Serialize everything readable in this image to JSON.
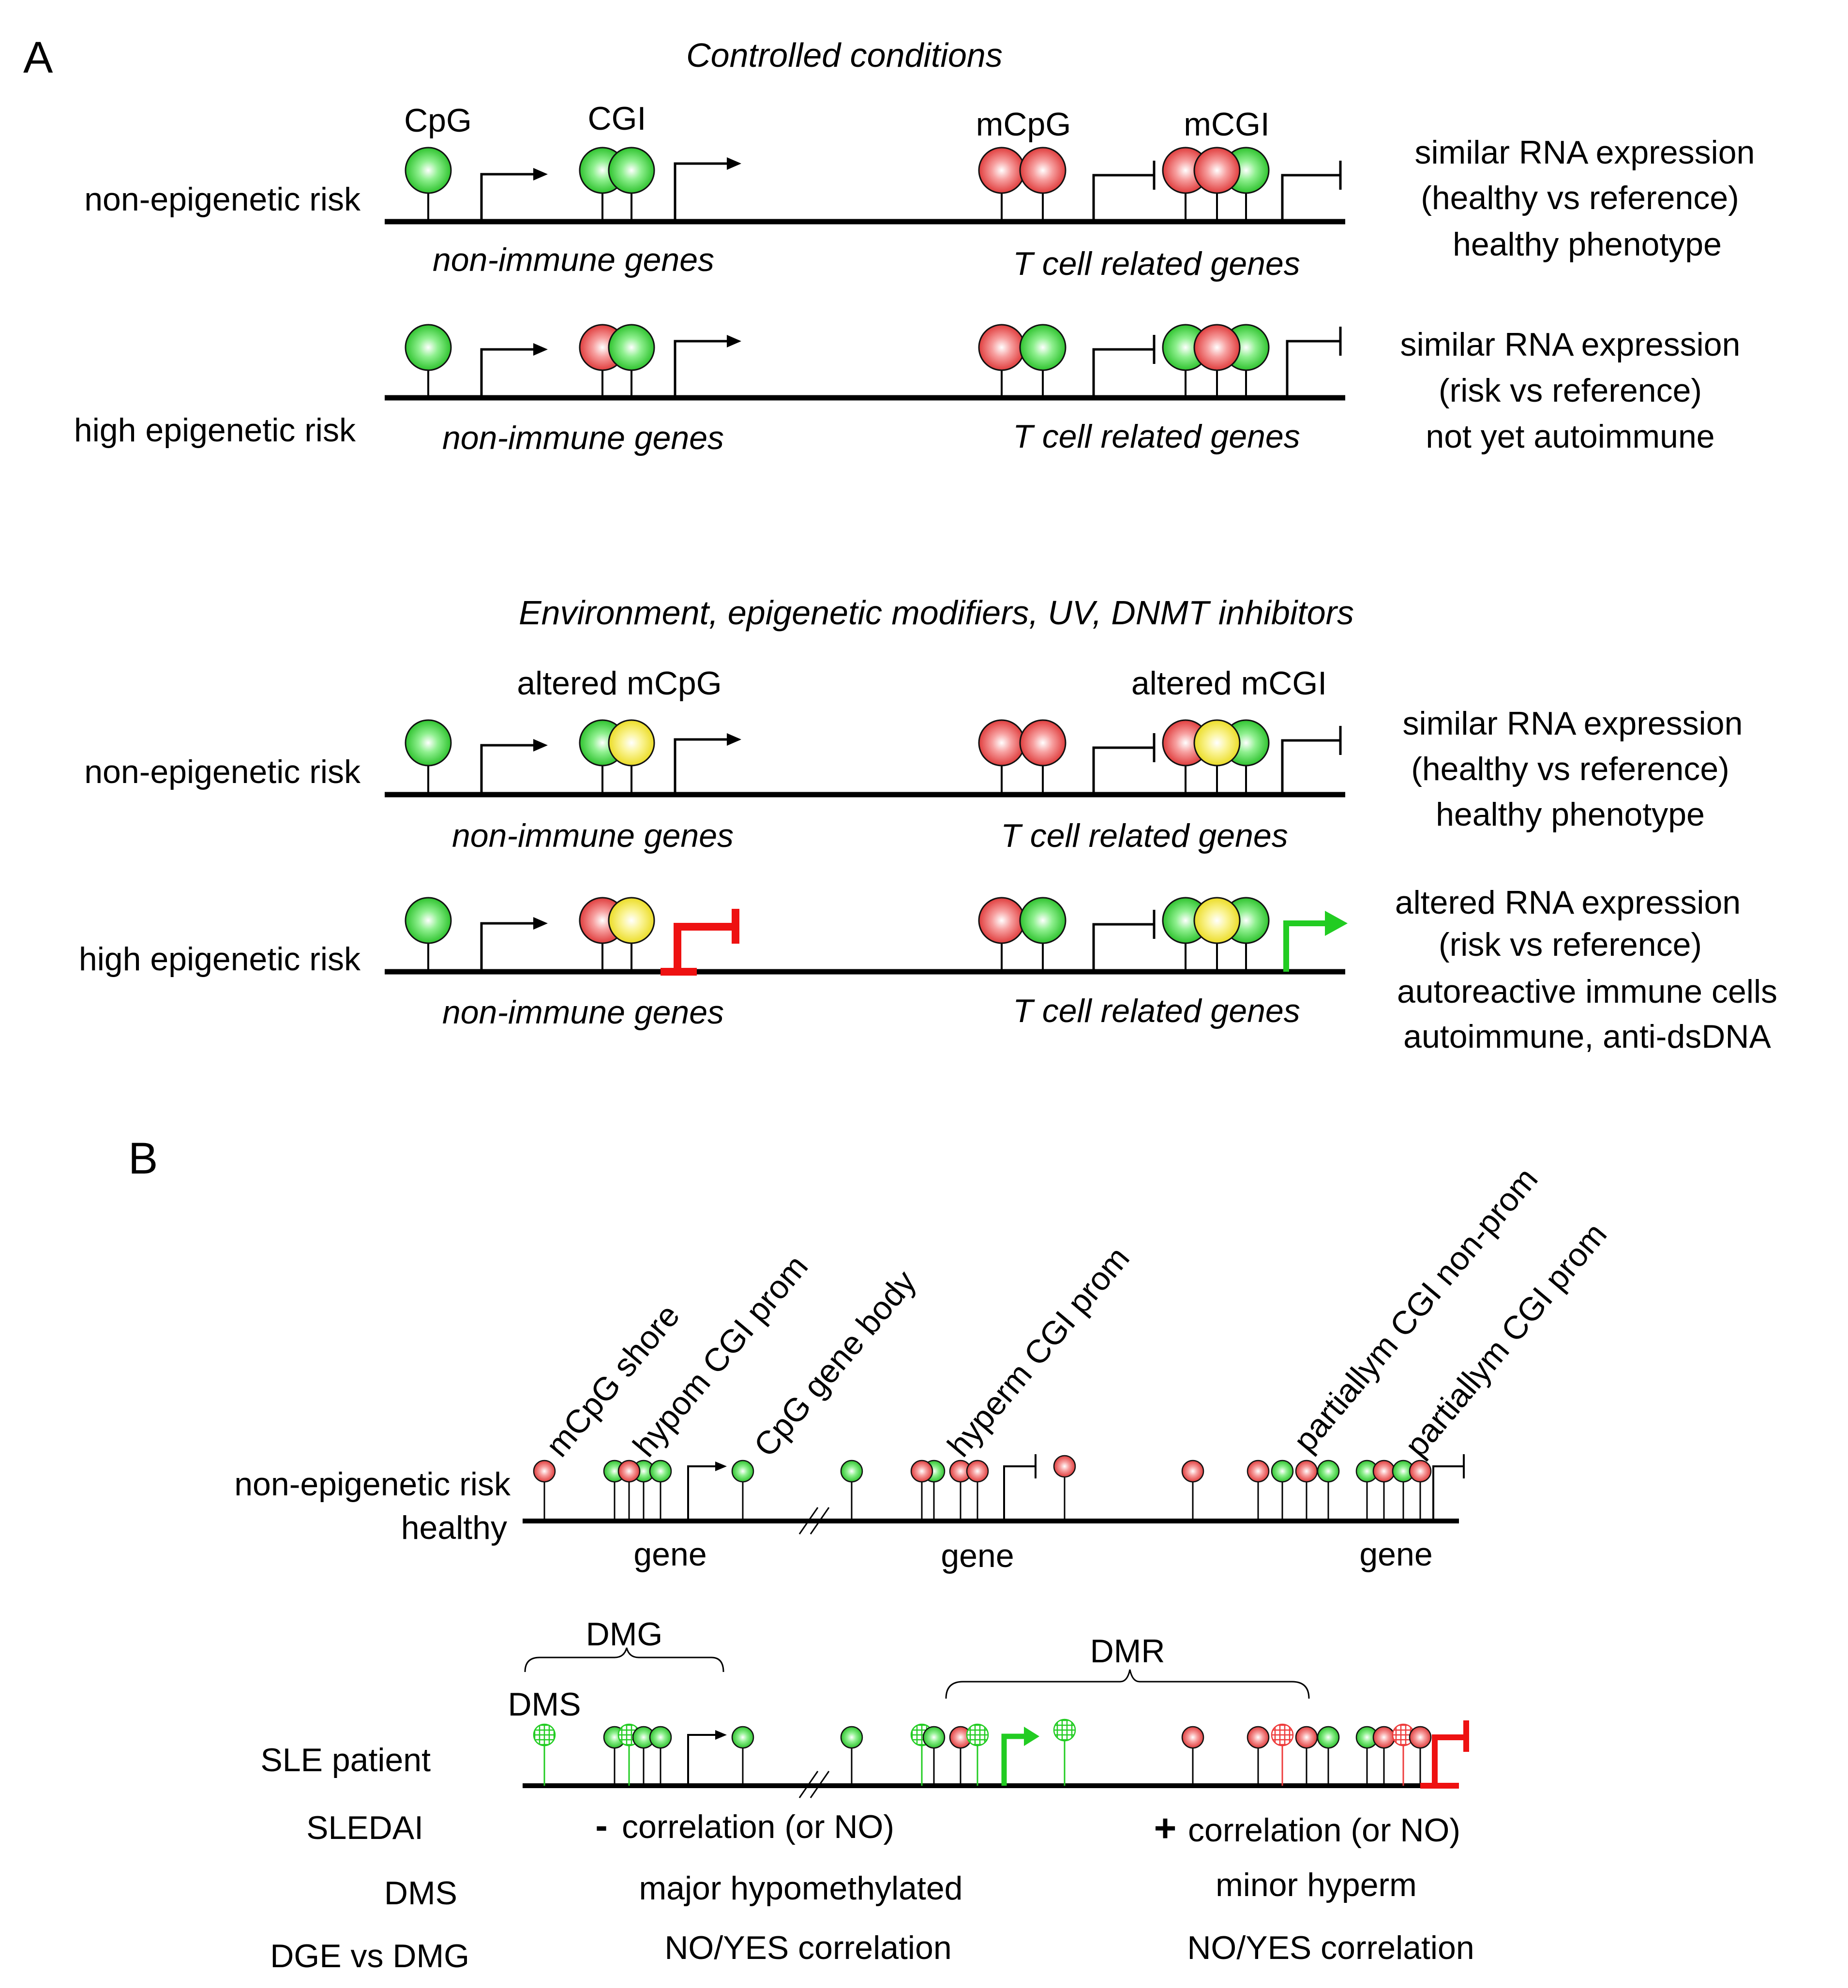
{
  "panelA": {
    "label": "A",
    "top_condition": "Controlled conditions",
    "bottom_condition": "Environment, epigenetic modifiers, UV, DNMT inhibitors",
    "lbl_cpg": "CpG",
    "lbl_cgi": "CGI",
    "lbl_mcpg": "mCpG",
    "lbl_mcgi": "mCGI",
    "lbl_altered_mcpg": "altered mCpG",
    "lbl_altered_mcgi": "altered mCGI",
    "rows": [
      {
        "risk": "non-epigenetic risk",
        "left_genes": "non-immune genes",
        "right_genes": "T cell related genes",
        "outcome": [
          "similar RNA expression",
          "(healthy vs reference)",
          "healthy phenotype"
        ]
      },
      {
        "risk": "high epigenetic risk",
        "left_genes": "non-immune genes",
        "right_genes": "T cell related genes",
        "outcome": [
          "similar RNA expression",
          "(risk vs reference)",
          "not yet autoimmune"
        ]
      },
      {
        "risk": "non-epigenetic risk",
        "left_genes": "non-immune genes",
        "right_genes": "T cell related genes",
        "outcome": [
          "similar RNA expression",
          "(healthy vs reference)",
          "healthy phenotype"
        ]
      },
      {
        "risk": "high epigenetic risk",
        "left_genes": "non-immune genes",
        "right_genes": "T cell related genes",
        "outcome": [
          "altered RNA expression",
          "(risk vs reference)",
          "autoreactive immune cells",
          "autoimmune, anti-dsDNA"
        ]
      }
    ]
  },
  "panelB": {
    "label": "B",
    "rotated_labels": [
      "mCpG shore",
      "hypom CGI prom",
      "CpG gene body",
      "hyperm CGI prom",
      "partiallym CGI non-prom",
      "partiallym CGI prom"
    ],
    "healthy_label": [
      "non-epigenetic risk",
      "healthy"
    ],
    "gene_word": "gene",
    "dmg": "DMG",
    "dms": "DMS",
    "dmr": "DMR",
    "sle_patient": "SLE patient",
    "table_rows": [
      {
        "label": "SLEDAI",
        "sign_left": "-",
        "left": "correlation (or NO)",
        "sign_right": "+",
        "right": "correlation (or NO)"
      },
      {
        "label": "DMS",
        "left": "major hypomethylated",
        "right": "minor hyperm"
      },
      {
        "label": "DGE vs DMG",
        "left": "NO/YES correlation",
        "right": "NO/YES correlation"
      }
    ]
  },
  "colors": {
    "green": "#22cc22",
    "red": "#ee3b3b",
    "yellow": "#f4ea10",
    "promoter_active": "#22cc22",
    "promoter_repressed": "#ee1111"
  }
}
